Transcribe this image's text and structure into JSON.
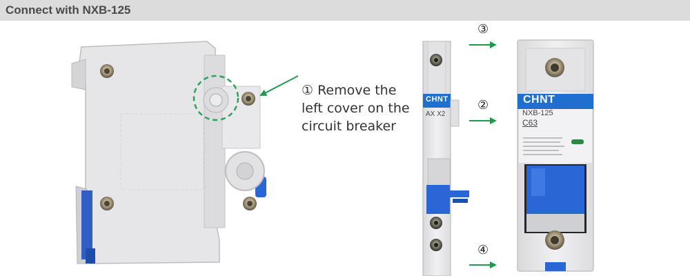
{
  "header": {
    "title": "Connect with NXB-125"
  },
  "callout": {
    "step": "①",
    "lines": [
      "① Remove the",
      "left cover on the",
      "circuit breaker"
    ]
  },
  "steps": {
    "two": "②",
    "three": "③",
    "four": "④"
  },
  "auxiliary_contact": {
    "brand": "CHNT",
    "model": "AX X2"
  },
  "breaker": {
    "brand": "CHNT",
    "model": "NXB-125",
    "rating": "C63"
  },
  "colors": {
    "header_bg": "#dcdcdc",
    "arrow_green": "#1f9a4a",
    "brand_blue": "#1e6fd0",
    "handle_blue": "#2a66d6",
    "housing": "#ececee"
  }
}
